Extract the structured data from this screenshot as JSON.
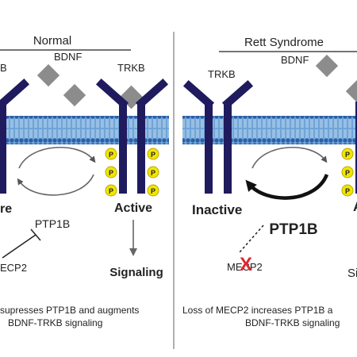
{
  "left_panel": {
    "title": "Normal",
    "trkb_label_left": "B",
    "bdnf_label": "BDNF",
    "trkb_label_right": "TRKB",
    "inactive_label": "re",
    "enzyme_label": "PTP1B",
    "active_label": "Active",
    "mecp2_label": "ECP2",
    "signaling_label": "Signaling",
    "caption_line1": "supresses PTP1B and augments",
    "caption_line2": "BDNF-TRKB signaling"
  },
  "right_panel": {
    "title": "Rett Syndrome",
    "trkb_label": "TRKB",
    "bdnf_label": "BDNF",
    "inactive_label": "Inactive",
    "enzyme_label": "PTP1B",
    "active_label": "A",
    "mecp2_label": "MECP2",
    "loss_mark": "X",
    "signaling_label": "Si",
    "caption_line1": "Loss of MECP2 increases PTP1B a",
    "caption_line2": "BDNF-TRKB signaling"
  },
  "phospho_label": "P",
  "colors": {
    "receptor": "#1f1b5e",
    "membrane": "#3a6fb5",
    "bdnf": "#8c8c8c",
    "phospho": "#f2e600",
    "loss_mark": "#e0262e",
    "divider": "#b0b0b0",
    "text": "#222222"
  }
}
